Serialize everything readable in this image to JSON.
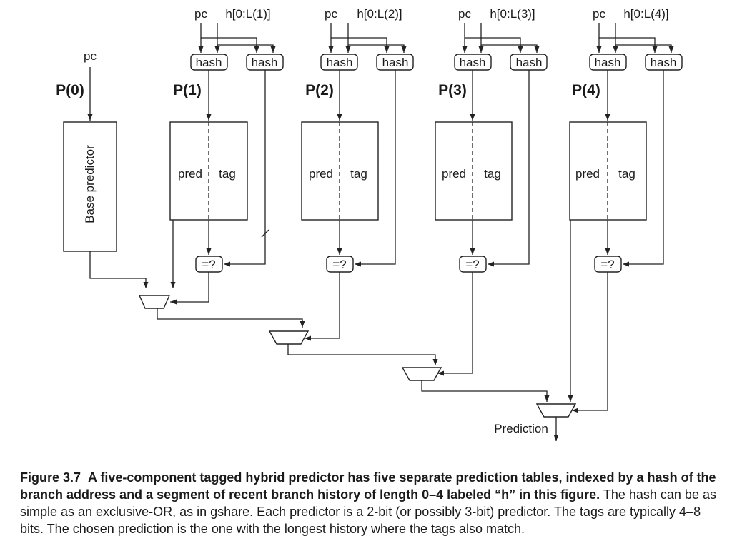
{
  "diagram": {
    "pc_label": "pc",
    "base_predictor_label": "Base predictor",
    "hash_label": "hash",
    "compare_label": "=?",
    "pred_label": "pred",
    "tag_label": "tag",
    "prediction_label": "Prediction",
    "component_labels": [
      "P(0)",
      "P(1)",
      "P(2)",
      "P(3)",
      "P(4)"
    ],
    "history_labels": [
      "h[0:L(1)]",
      "h[0:L(2)]",
      "h[0:L(3)]",
      "h[0:L(4)]"
    ]
  },
  "caption": {
    "figure_number": "Figure 3.7",
    "bold_text": "A five-component tagged hybrid predictor has five separate prediction tables, indexed by a hash of the branch address and a segment of recent branch history of length 0–4 labeled “h” in this figure.",
    "body_text": "The hash can be as simple as an exclusive-OR, as in gshare. Each predictor is a 2-bit (or possibly 3-bit) predictor. The tags are typically 4–8 bits. The chosen prediction is the one with the longest history where the tags also match."
  }
}
